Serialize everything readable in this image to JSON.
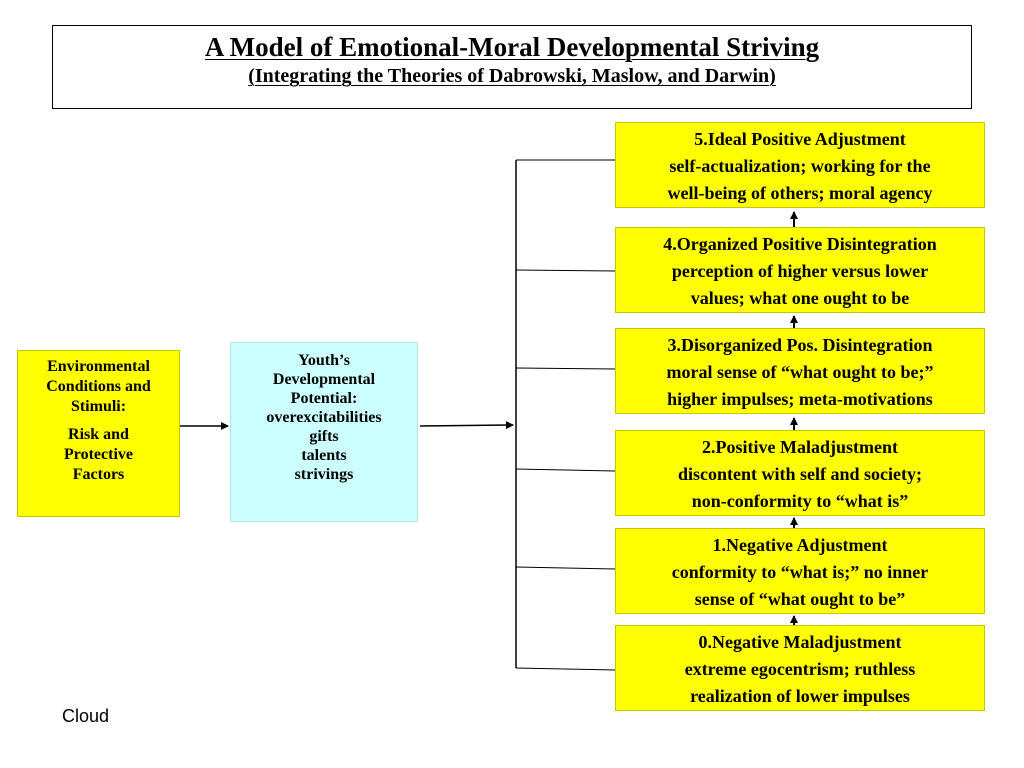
{
  "title": {
    "main": "A Model of Emotional-Moral Developmental Striving",
    "sub": "(Integrating the Theories of Dabrowski, Maslow, and Darwin)"
  },
  "environment": {
    "line1": "Environmental",
    "line2": "Conditions and",
    "line3": "Stimuli:",
    "line4": "Risk and",
    "line5": "Protective",
    "line6": "Factors"
  },
  "youth": {
    "lines": [
      "Youth’s",
      "Developmental",
      "Potential:",
      "overexcitabilities",
      "gifts",
      "talents",
      "strivings"
    ]
  },
  "stages": [
    {
      "title": "5.Ideal Positive Adjustment",
      "line2": "self-actualization; working for the",
      "line3": "well-being of others; moral agency"
    },
    {
      "title": "4.Organized Positive Disintegration",
      "line2": "perception of higher versus lower",
      "line3": "values; what one ought to be"
    },
    {
      "title": "3.Disorganized Pos. Disintegration",
      "line2": "moral sense of “what ought to be;”",
      "line3": "higher impulses; meta-motivations"
    },
    {
      "title": "2.Positive Maladjustment",
      "line2": "discontent with self and society;",
      "line3": "non-conformity to “what is”"
    },
    {
      "title": "1.Negative Adjustment",
      "line2": "conformity to “what is;” no inner",
      "line3": "sense of “what ought to be”"
    },
    {
      "title": "0.Negative Maladjustment",
      "line2": "extreme egocentrism; ruthless",
      "line3": "realization of lower impulses"
    }
  ],
  "footer": {
    "label": "Cloud"
  },
  "colors": {
    "stage_fill": "#ffff00",
    "youth_fill": "#ccffff",
    "line": "#000000"
  }
}
